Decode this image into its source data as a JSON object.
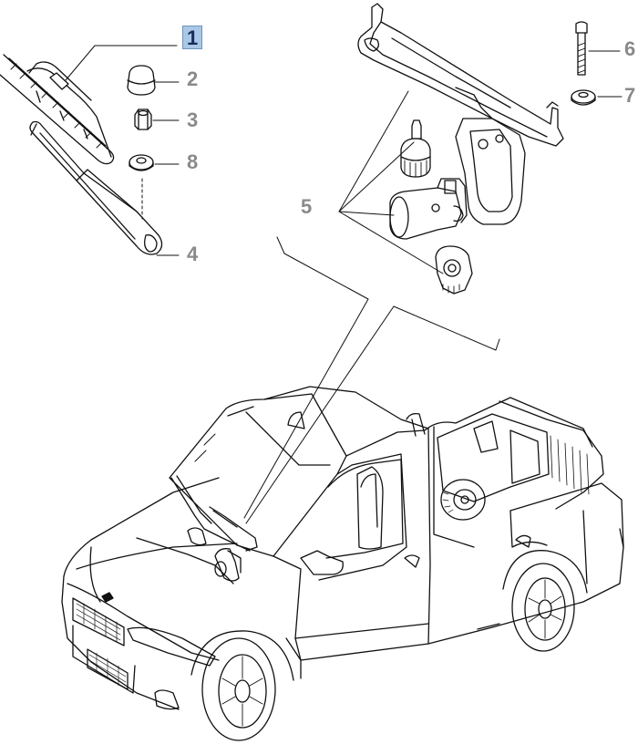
{
  "diagram": {
    "callouts": [
      {
        "id": "1",
        "label": "1",
        "highlighted": true
      },
      {
        "id": "2",
        "label": "2"
      },
      {
        "id": "3",
        "label": "3"
      },
      {
        "id": "8",
        "label": "8"
      },
      {
        "id": "4",
        "label": "4"
      },
      {
        "id": "5",
        "label": "5"
      },
      {
        "id": "6",
        "label": "6"
      },
      {
        "id": "7",
        "label": "7"
      }
    ],
    "colors": {
      "ink": "#111111",
      "callout_text": "#8a8a8a",
      "highlight_fill": "#a9c8e6",
      "highlight_border": "#6f94bd"
    }
  }
}
